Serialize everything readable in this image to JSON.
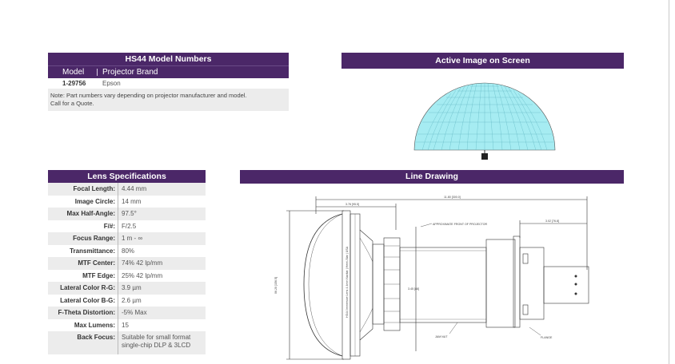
{
  "model_table": {
    "title": "HS44 Model Numbers",
    "col_model": "Model",
    "col_brand": "Projector Brand",
    "rows": [
      {
        "model": "1-29756",
        "brand": "Epson"
      }
    ],
    "note_line1": "Note: Part numbers vary depending on projector manufacturer and model.",
    "note_line2": "Call for a Quote."
  },
  "active_image": {
    "title": "Active Image on Screen"
  },
  "lens_specs": {
    "title": "Lens Specifications",
    "rows": [
      {
        "label": "Focal Length:",
        "value": "4.44 mm"
      },
      {
        "label": "Image Circle:",
        "value": "14 mm"
      },
      {
        "label": "Max Half-Angle:",
        "value": "97.5°"
      },
      {
        "label": "F/#:",
        "value": "F/2.5"
      },
      {
        "label": "Focus Range:",
        "value": "1 m - ∞"
      },
      {
        "label": "Transmittance:",
        "value": "80%"
      },
      {
        "label": "MTF Center:",
        "value": "74% 42 lp/mm"
      },
      {
        "label": "MTF Edge:",
        "value": "25% 42 lp/mm"
      },
      {
        "label": "Lateral Color R-G:",
        "value": "3.9 µm"
      },
      {
        "label": "Lateral Color B-G:",
        "value": "2.6 µm"
      },
      {
        "label": "F-Theta Distortion:",
        "value": "-5% Max"
      },
      {
        "label": "Max Lumens:",
        "value": "15"
      },
      {
        "label": "Back Focus:",
        "value_line1": "Suitable for small format",
        "value_line2": "single-chip DLP & 3LCD"
      }
    ]
  },
  "line_drawing": {
    "title": "Line Drawing",
    "dim_overall": "11.80 [300.0]",
    "dim_front": "3.76 [95.5]",
    "dim_rear": "3.02 [76.8]",
    "dim_height": "06.20 [156.5]",
    "dim_body": "3.45 [88]",
    "label_front": "APPROXIMATE FRONT OF PROJECTOR",
    "label_jam": "JAM NUT",
    "label_flange": "FLANGE",
    "lens_text": "HS44 Immersive Lens 4.4mm Navitar | Hemi-Star | USA"
  }
}
